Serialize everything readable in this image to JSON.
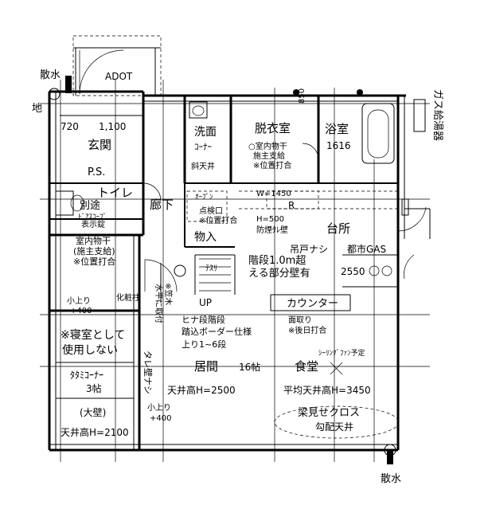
{
  "labels": {
    "sansui_top": "散水",
    "ground": "地",
    "adot": "ADOT",
    "w720": "720",
    "w1100": "1,100",
    "genkan": "玄関",
    "ps": "P.S.",
    "toilet": "トイレ",
    "betto": "別途",
    "aspect": "ﾄﾞｱｽｺｰﾌﾟ",
    "display_lock": "表示錠",
    "dry1_l1": "室内物干",
    "dry1_l2": "(施主支給)",
    "dry1_l3": "※位置打合",
    "kokaage": "小上り",
    "p400a": "+400",
    "kesho": "化粧柱",
    "shinshitsu1": "※寝室として",
    "shinshitsu2": "使用しない",
    "tatami1": "ﾀﾀﾐｺｰﾅｰ",
    "tatami2": "3帖",
    "taikabe": "(大壁)",
    "ceil2100": "天井高H=2100",
    "kokaage2": "小上り",
    "p400b": "+400",
    "tarekabe": "タレ壁ナシ",
    "sengan1": "洗面",
    "sengan2": "ｺｰﾅｰ",
    "shaten": "斜天井",
    "datsuishitsu": "脱衣室",
    "dry2_l1": "○室内物干",
    "dry2_l2": "施主支給",
    "dry2_l3": "※位置打合",
    "n850": "850",
    "yokushitsu": "浴室",
    "n1616": "1616",
    "gasboiler": "ガス給湯器",
    "roka": "廊下",
    "open": "ｵｰﾌﾟﾝ",
    "w1450": "W=1450",
    "r": "R",
    "tenken": "点検口",
    "tenken2": "※位置打合",
    "h500": "H=500",
    "bouenkabe": "防煙ﾀﾚ壁",
    "monoire": "物入",
    "daidokoro": "台所",
    "tsurido": "吊戸ナシ",
    "toshigas": "都市GAS",
    "n2550": "2550",
    "tesuri": "ﾃｽﾘ",
    "kaidan1": "階段1.0m超",
    "kaidan2": "える部分壁有",
    "kasagi1": "※笠木",
    "kasagi2": "水平に取付",
    "up": "UP",
    "counter": "カウンター",
    "mentori1": "面取り",
    "mentori2": "※後日打合",
    "hina1": "ヒナ段階段",
    "hina2": "踏込ボーダー仕様",
    "hina3": "上り1~6段",
    "ceilingfan": "ｼｰﾘﾝｸﾞﾌｧﾝ予定",
    "ima": "居間",
    "ima16": "16帖",
    "shokudo": "食堂",
    "ceil2500": "天井高H=2500",
    "ceil3450": "平均天井高H=3450",
    "hari": "梁見せクロス",
    "kobai": "勾配天井",
    "sansui_bottom": "散水"
  }
}
